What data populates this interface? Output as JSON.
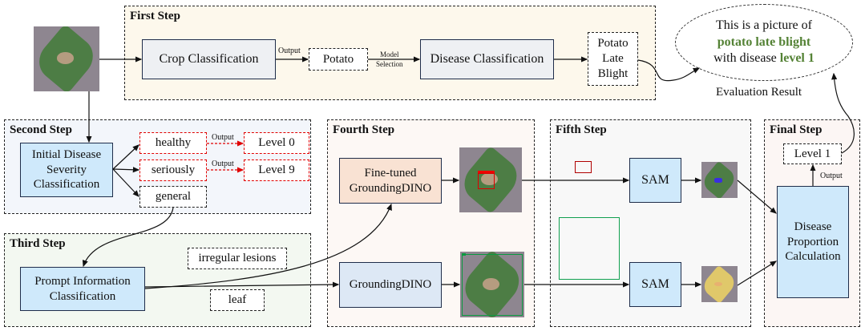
{
  "steps": {
    "first": "First Step",
    "second": "Second Step",
    "third": "Third Step",
    "fourth": "Fourth Step",
    "fifth": "Fifth Step",
    "final": "Final Step"
  },
  "first_step": {
    "crop_classification": "Crop Classification",
    "output_label": "Output",
    "potato": "Potato",
    "model_selection_line1": "Model",
    "model_selection_line2": "Selection",
    "disease_classification": "Disease Classification",
    "result_line1": "Potato",
    "result_line2": "Late",
    "result_line3": "Blight"
  },
  "evaluation": {
    "line1": "This is a picture of",
    "line2": "potato late blight",
    "line3_prefix": "with disease ",
    "line3_level": "level 1",
    "caption": "Evaluation Result",
    "highlight_color": "#548235"
  },
  "second_step": {
    "classifier_line1": "Initial Disease",
    "classifier_line2": "Severity",
    "classifier_line3": "Classification",
    "healthy": "healthy",
    "seriously": "seriously",
    "general": "general",
    "output_label": "Output",
    "level0": "Level 0",
    "level9": "Level 9"
  },
  "third_step": {
    "classifier_line1": "Prompt Information",
    "classifier_line2": "Classification",
    "prompt_lesions": "irregular lesions",
    "prompt_leaf": "leaf"
  },
  "fourth_step": {
    "finetuned_line1": "Fine-tuned",
    "finetuned_line2": "GroundingDINO",
    "grounding": "GroundingDINO"
  },
  "fifth_step": {
    "sam_top": "SAM",
    "sam_bottom": "SAM"
  },
  "final_step": {
    "level": "Level 1",
    "output_label": "Output",
    "calc_line1": "Disease",
    "calc_line2": "Proportion",
    "calc_line3": "Calculation"
  }
}
